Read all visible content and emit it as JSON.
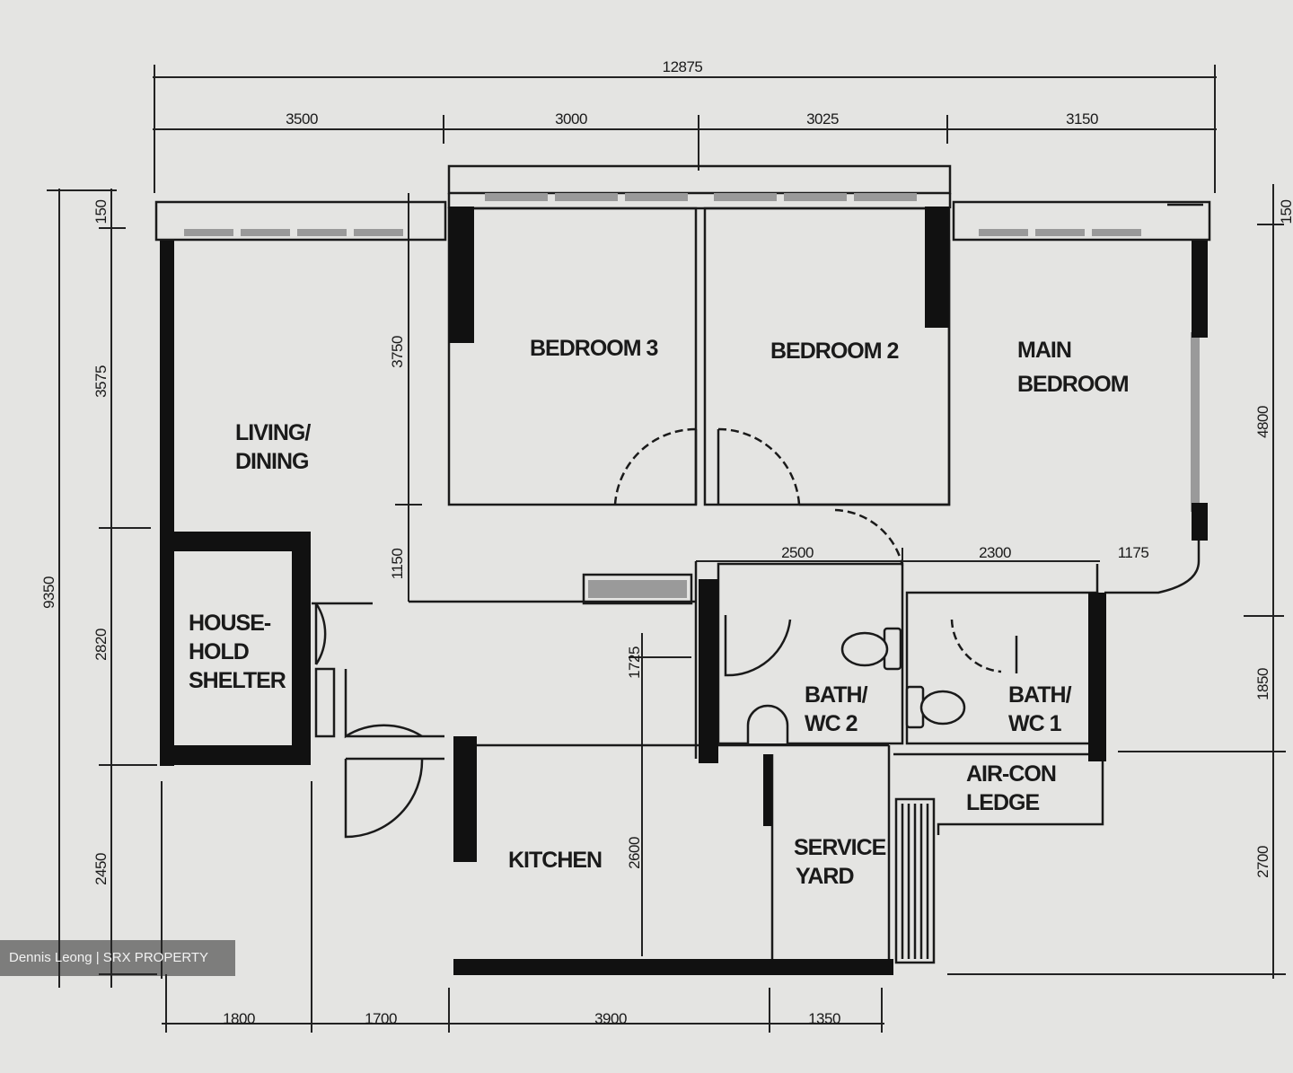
{
  "rooms": {
    "living_dining": [
      "LIVING/",
      "DINING"
    ],
    "bedroom_3": "BEDROOM 3",
    "bedroom_2": "BEDROOM 2",
    "main_bedroom": [
      "MAIN",
      "BEDROOM"
    ],
    "household_shelter": [
      "HOUSE-",
      "HOLD",
      "SHELTER"
    ],
    "bath_wc_2": [
      "BATH/",
      "WC 2"
    ],
    "bath_wc_1": [
      "BATH/",
      "WC 1"
    ],
    "aircon_ledge": [
      "AIR-CON",
      "LEDGE"
    ],
    "kitchen": "KITCHEN",
    "service_yard": [
      "SERVICE",
      "YARD"
    ]
  },
  "dimensions": {
    "overall_width": "12875",
    "top": [
      "3500",
      "3000",
      "3025",
      "3150"
    ],
    "bottom": [
      "1800",
      "1700",
      "3900",
      "1350"
    ],
    "left_overall": "9350",
    "left": [
      "150",
      "3575",
      "2820",
      "2450"
    ],
    "right": [
      "150",
      "4800",
      "1850",
      "2700"
    ],
    "interior": [
      "3750",
      "1150",
      "2500",
      "2300",
      "1175",
      "1725",
      "2600"
    ]
  },
  "watermark": "Dennis Leong | SRX PROPERTY"
}
